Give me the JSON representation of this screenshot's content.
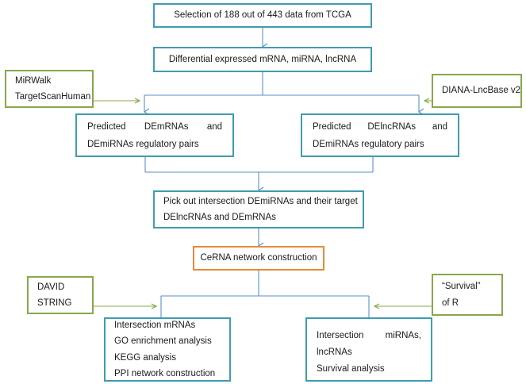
{
  "diagram": {
    "title_text": "",
    "colors": {
      "blue_border": "#3f9cb0",
      "green_border": "#86a84a",
      "orange_border": "#e98a33",
      "connector_blue": "#5b8fc9",
      "connector_green": "#86a84a",
      "text": "#1a1a1a",
      "background": "#ffffff"
    },
    "nodes": [
      {
        "id": "selection",
        "kind": "process",
        "color": "blue",
        "lines": [
          "Selection of 188 out of 443 data from TCGA"
        ]
      },
      {
        "id": "differential",
        "kind": "process",
        "color": "blue",
        "lines": [
          "Differential expressed mRNA, miRNA, lncRNA"
        ]
      },
      {
        "id": "mirwalk",
        "kind": "resource",
        "color": "green",
        "lines": [
          "MiRWalk",
          "TargetScanHuman"
        ]
      },
      {
        "id": "diana",
        "kind": "resource",
        "color": "green",
        "lines": [
          "DIANA-LncBase v2"
        ]
      },
      {
        "id": "predicted-mrna",
        "kind": "process",
        "color": "blue",
        "row1_left": "Predicted",
        "row1_mid": "DEmRNAs",
        "row1_right": "and",
        "row2": "DEmiRNAs regulatory pairs"
      },
      {
        "id": "predicted-lncrna",
        "kind": "process",
        "color": "blue",
        "row1_left": "Predicted",
        "row1_mid": "DElncRNAs",
        "row1_right": "and",
        "row2": "DEmiRNAs regulatory pairs"
      },
      {
        "id": "pick-out",
        "kind": "process",
        "color": "blue",
        "lines": [
          "Pick out intersection DEmiRNAs and their target",
          "DElncRNAs and DEmRNAs"
        ]
      },
      {
        "id": "cerna",
        "kind": "highlight",
        "color": "orange",
        "lines": [
          "CeRNA network construction"
        ]
      },
      {
        "id": "david",
        "kind": "resource",
        "color": "green",
        "lines": [
          "DAVID",
          "STRING"
        ]
      },
      {
        "id": "survival",
        "kind": "resource",
        "color": "green",
        "lines": [
          "“Survival”",
          "of R"
        ]
      },
      {
        "id": "mrna-analysis",
        "kind": "process",
        "color": "blue",
        "lines": [
          "Intersection mRNAs",
          "GO enrichment analysis",
          "KEGG analysis",
          "PPI network construction"
        ]
      },
      {
        "id": "mirna-analysis",
        "kind": "process",
        "color": "blue",
        "row1_left": "Intersection",
        "row1_right": "miRNAs,",
        "row2": "lncRNAs",
        "row3": "Survival analysis"
      }
    ]
  },
  "n0": {
    "l0": "Selection of 188 out of 443 data from TCGA"
  },
  "n1": {
    "l0": "Differential expressed mRNA, miRNA, lncRNA"
  },
  "n2": {
    "l0": "MiRWalk",
    "l1": "TargetScanHuman"
  },
  "n3": {
    "l0": "DIANA-LncBase v2"
  },
  "n4": {
    "a": "Predicted",
    "b": "DEmRNAs",
    "c": "and",
    "l1": "DEmiRNAs regulatory pairs"
  },
  "n5": {
    "a": "Predicted",
    "b": "DElncRNAs",
    "c": "and",
    "l1": "DEmiRNAs regulatory pairs"
  },
  "n6": {
    "l0": "Pick out intersection DEmiRNAs and their target",
    "l1": "DElncRNAs and DEmRNAs"
  },
  "n7": {
    "l0": "CeRNA network construction"
  },
  "n8": {
    "l0": "DAVID",
    "l1": "STRING"
  },
  "n9": {
    "l0": "“Survival”",
    "l1": "of R"
  },
  "n10": {
    "l0": "Intersection mRNAs",
    "l1": "GO enrichment analysis",
    "l2": "KEGG analysis",
    "l3": "PPI network construction"
  },
  "n11": {
    "a": "Intersection",
    "b": "miRNAs,",
    "l1": "lncRNAs",
    "l2": "Survival analysis"
  }
}
